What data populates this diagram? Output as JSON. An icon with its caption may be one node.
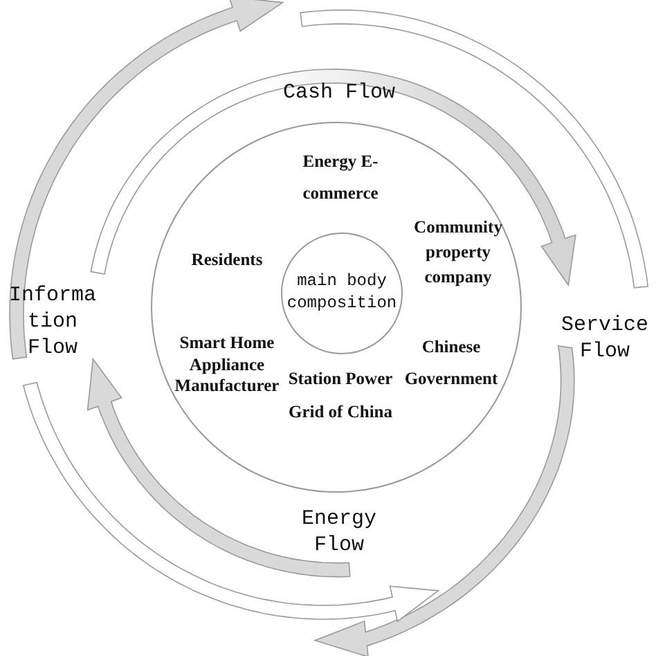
{
  "diagram": {
    "nodes": [
      {
        "text": [
          "Cash Flow"
        ]
      },
      {
        "text": [
          "Energy E-commerce",
          "Community property company",
          "Residents",
          "Smart Home Appliance Manufacturer",
          "Chinese Government",
          "Station Power Grid of China"
        ]
      },
      {
        "text": [
          "main body composition"
        ],
        "in": 1
      },
      {
        "text": [
          "Information Flow"
        ]
      },
      {
        "text": [
          "Service Flow"
        ]
      },
      {
        "text": [
          "Energy Flow"
        ]
      }
    ]
  }
}
